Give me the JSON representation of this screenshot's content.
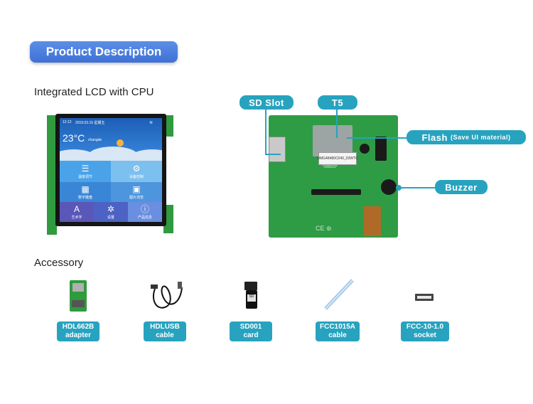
{
  "header": {
    "title": "Product Description"
  },
  "sections": {
    "lcd_label": "Integrated LCD with CPU",
    "accessory_label": "Accessory"
  },
  "lcd_screen": {
    "time": "12:12",
    "date": "2019.03.15  星期五",
    "temperature": "23°C",
    "city": "changde",
    "tiles": [
      "温度调节",
      "设备控制",
      "数字键盘",
      "图片浏览",
      "艺术字",
      "设置",
      "产品信息"
    ]
  },
  "board": {
    "sticker_text": "DMG48480C040_03WTC",
    "serial_text": "*200923*",
    "callouts": {
      "sd_slot": "SD Slot",
      "t5": "T5",
      "flash": "Flash",
      "flash_sub": "(Save UI material)",
      "buzzer": "Buzzer"
    }
  },
  "accessories": [
    {
      "line1": "HDL662B",
      "line2": "adapter",
      "icon": "adapter-board-icon"
    },
    {
      "line1": "HDLUSB",
      "line2": "cable",
      "icon": "usb-cable-icon"
    },
    {
      "line1": "SD001",
      "line2": "card",
      "icon": "sd-card-icon"
    },
    {
      "line1": "FCC1015A",
      "line2": "cable",
      "icon": "ribbon-cable-icon"
    },
    {
      "line1": "FCC-10-1.0",
      "line2": "socket",
      "icon": "fpc-socket-icon"
    }
  ],
  "colors": {
    "accent": "#27a3bf",
    "header": "#4a7fe0",
    "pcb": "#2f9a3e"
  }
}
